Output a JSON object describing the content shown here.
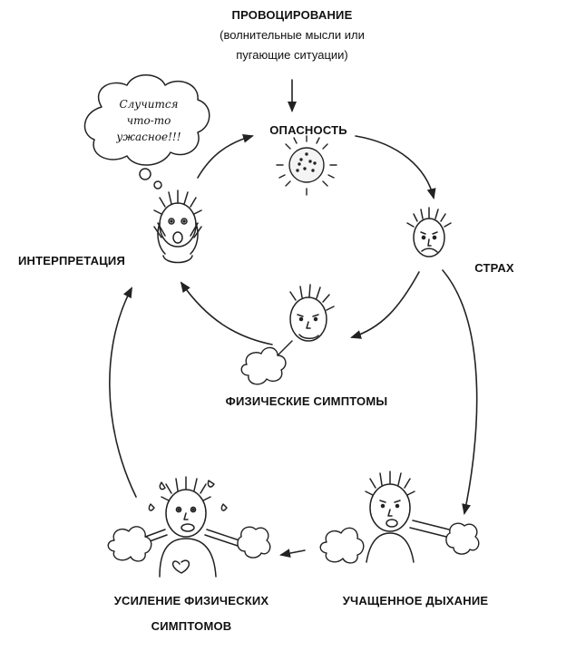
{
  "trigger": {
    "title": "ПРОВОЦИРОВАНИЕ",
    "subtitle_line1": "(волнительные мысли или",
    "subtitle_line2": "пугающие ситуации)"
  },
  "danger": {
    "label": "ОПАСНОСТЬ"
  },
  "fear": {
    "label": "СТРАХ"
  },
  "interpretation": {
    "label": "ИНТЕРПРЕТАЦИЯ"
  },
  "physical_symptoms": {
    "label": "ФИЗИЧЕСКИЕ СИМПТОМЫ"
  },
  "rapid_breathing": {
    "label": "УЧАЩЕННОЕ ДЫХАНИЕ"
  },
  "increase": {
    "label_line1": "УСИЛЕНИЕ ФИЗИЧЕСКИХ",
    "label_line2": "СИМПТОМОВ"
  },
  "thought_cloud": {
    "line1": "Случится",
    "line2": "что-то",
    "line3": "ужасное!!!"
  }
}
